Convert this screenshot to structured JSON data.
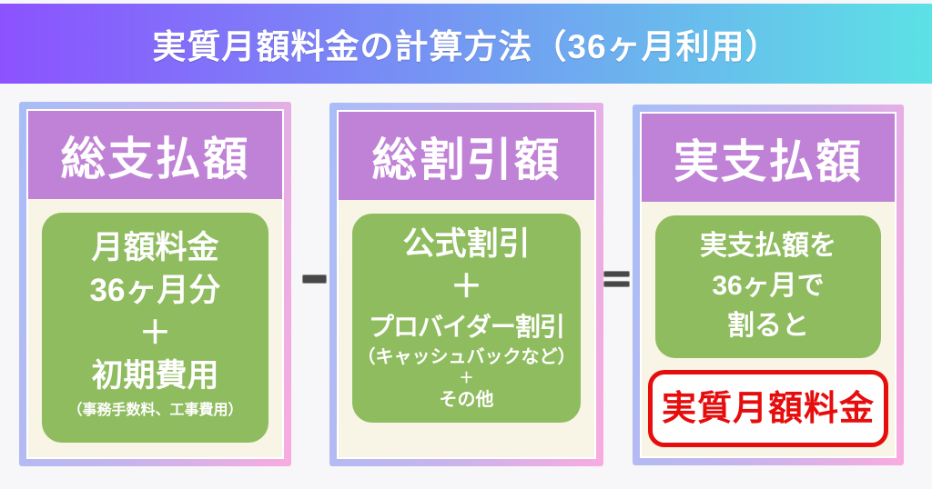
{
  "banner": {
    "title": "実質月額料金の計算方法（36ヶ月利用）",
    "gradient_from": "#8c52ff",
    "gradient_to": "#5ce1e6"
  },
  "columns": [
    {
      "header": "総支払額",
      "box_lines": [
        "月額料金",
        "36ヶ月分",
        "＋",
        "初期費用",
        "（事務手数料、工事費用）"
      ]
    },
    {
      "header": "総割引額",
      "box_lines": [
        "公式割引",
        "＋",
        "プロバイダー割引",
        "（キャッシュバックなど）",
        "＋",
        "その他"
      ]
    },
    {
      "header": "実支払額",
      "box_lines": [
        "実支払額を",
        "36ヶ月で",
        "割ると"
      ],
      "result_label": "実質月額料金"
    }
  ],
  "operators": {
    "minus": "−",
    "equals": "＝"
  },
  "colors": {
    "page_bg": "#f7f7f9",
    "header_purple": "#c082d6",
    "box_green": "#8fbc5f",
    "card_bg_cream": "#f9f5e6",
    "card_border_blue": "#a8bdf7",
    "card_border_pink": "#f9abdf",
    "result_red": "#e60d0d",
    "operator_gray": "#474747"
  }
}
